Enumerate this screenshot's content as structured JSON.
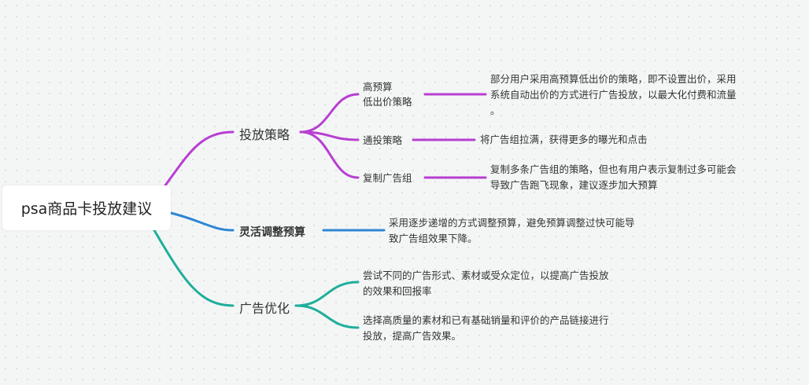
{
  "mindmap": {
    "root": "psa商品卡投放建议",
    "branches": [
      {
        "label": "投放策略",
        "color": "#b83fd1",
        "children": [
          {
            "label_lines": [
              "高预算",
              "低出价策略"
            ],
            "detail_lines": [
              "部分用户采用高预算低出价的策略，即不设置出价，采用",
              "系统自动出价的方式进行广告投放，以最大化付费和流量",
              "。"
            ]
          },
          {
            "label_lines": [
              "通投策略"
            ],
            "detail_lines": [
              "将广告组拉满，获得更多的曝光和点击"
            ]
          },
          {
            "label_lines": [
              "复制广告组"
            ],
            "detail_lines": [
              "复制多条广告组的策略，但也有用户表示复制过多可能会",
              "导致广告跑飞现象，建议逐步加大预算"
            ]
          }
        ]
      },
      {
        "label": "灵活调整预算",
        "color": "#2f86d4",
        "detail_lines": [
          "采用逐步递增的方式调整预算，避免预算调整过快可能导",
          "致广告组效果下降。"
        ]
      },
      {
        "label": "广告优化",
        "color": "#1fae9b",
        "children": [
          {
            "detail_lines": [
              "尝试不同的广告形式、素材或受众定位，以提高广告投放",
              "的效果和回报率"
            ]
          },
          {
            "detail_lines": [
              "选择高质量的素材和已有基础销量和评价的产品链接进行",
              "投放，提高广告效果。"
            ]
          }
        ]
      }
    ]
  }
}
